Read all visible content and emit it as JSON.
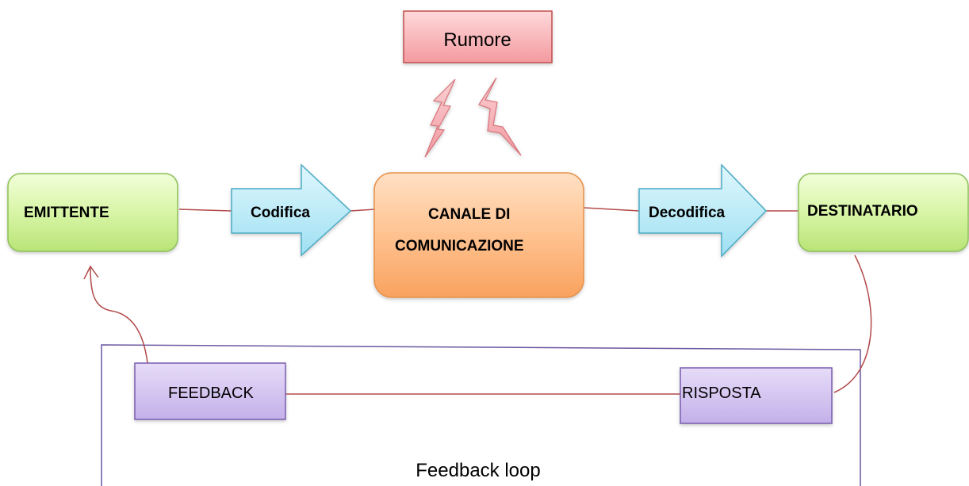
{
  "nodes": {
    "rumore": "Rumore",
    "emittente": "EMITTENTE",
    "canale_line1": "CANALE DI",
    "canale_line2": "COMUNICAZIONE",
    "destinatario": "DESTINATARIO",
    "feedback": "FEEDBACK",
    "risposta": "RISPOSTA"
  },
  "arrows": {
    "codifica": "Codifica",
    "decodifica": "Decodifica"
  },
  "loop_label": "Feedback loop",
  "icons": {
    "noise": "lightning-bolt-icon",
    "return": "curved-arrow-icon"
  },
  "colors": {
    "green_box": "#d4f39d",
    "green_border": "#8dc257",
    "orange_box": "#ffbb80",
    "orange_border": "#e8914a",
    "red_box": "#f6a9ad",
    "red_border": "#c0504d",
    "blue_arrow": "#a9e5f5",
    "blue_border": "#4bacc6",
    "purple_box": "#d3c4f0",
    "purple_border": "#7a5cae",
    "connector": "#b34a4a",
    "loop_border": "#6a57a0"
  }
}
